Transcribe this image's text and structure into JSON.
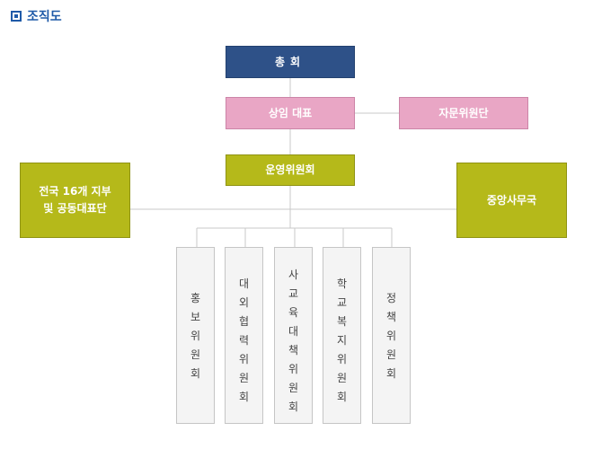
{
  "title": "조직도",
  "colors": {
    "title": "#1f5aa8",
    "general_assembly": "#2e5188",
    "standing_rep": "#e9a6c5",
    "advisory": "#e9a6c5",
    "steering": "#b5b91a",
    "regional": "#b5b91a",
    "central_office": "#b5b91a",
    "committee_box": "#f4f4f4",
    "connector": "#c8c8c8"
  },
  "nodes": {
    "general_assembly": "총회",
    "standing_rep": "상임 대표",
    "advisory": "자문위원단",
    "steering": "운영위원회",
    "regional_line1": "전국 16개 지부",
    "regional_line2": "및 공동대표단",
    "central_office": "중앙사무국"
  },
  "committees": [
    "홍보위원회",
    "대외협력위원회",
    "사교육대책위원회",
    "학교복지위원회",
    "정책위원회"
  ]
}
